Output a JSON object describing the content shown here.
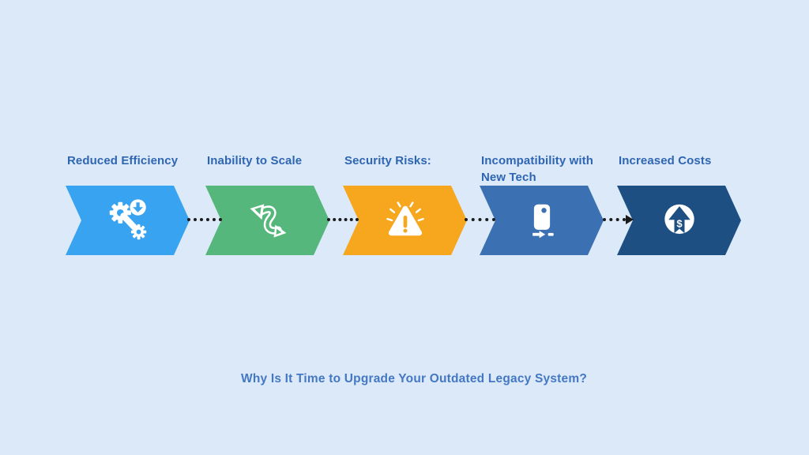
{
  "page": {
    "background_color": "#dce9f9"
  },
  "title": {
    "text": "Why Is It Time to Upgrade Your Outdated Legacy System?",
    "color": "#4478c3"
  },
  "label_color": "#2f66b1",
  "connector": {
    "color": "#1b1b1b"
  },
  "steps": [
    {
      "label": "Reduced Efficiency",
      "color": "#38a3f0",
      "icon": "gear-wrench-download-icon"
    },
    {
      "label": "Inability to Scale",
      "color": "#55b77b",
      "icon": "curved-two-way-arrow-icon"
    },
    {
      "label": "Security Risks:",
      "color": "#f6a71e",
      "icon": "warning-triangle-icon"
    },
    {
      "label": "Incompatibility with New Tech",
      "color": "#3b70b3",
      "icon": "device-unplug-icon"
    },
    {
      "label": "Increased Costs",
      "color": "#1d4f83",
      "icon": "dollar-up-arrow-icon"
    }
  ]
}
